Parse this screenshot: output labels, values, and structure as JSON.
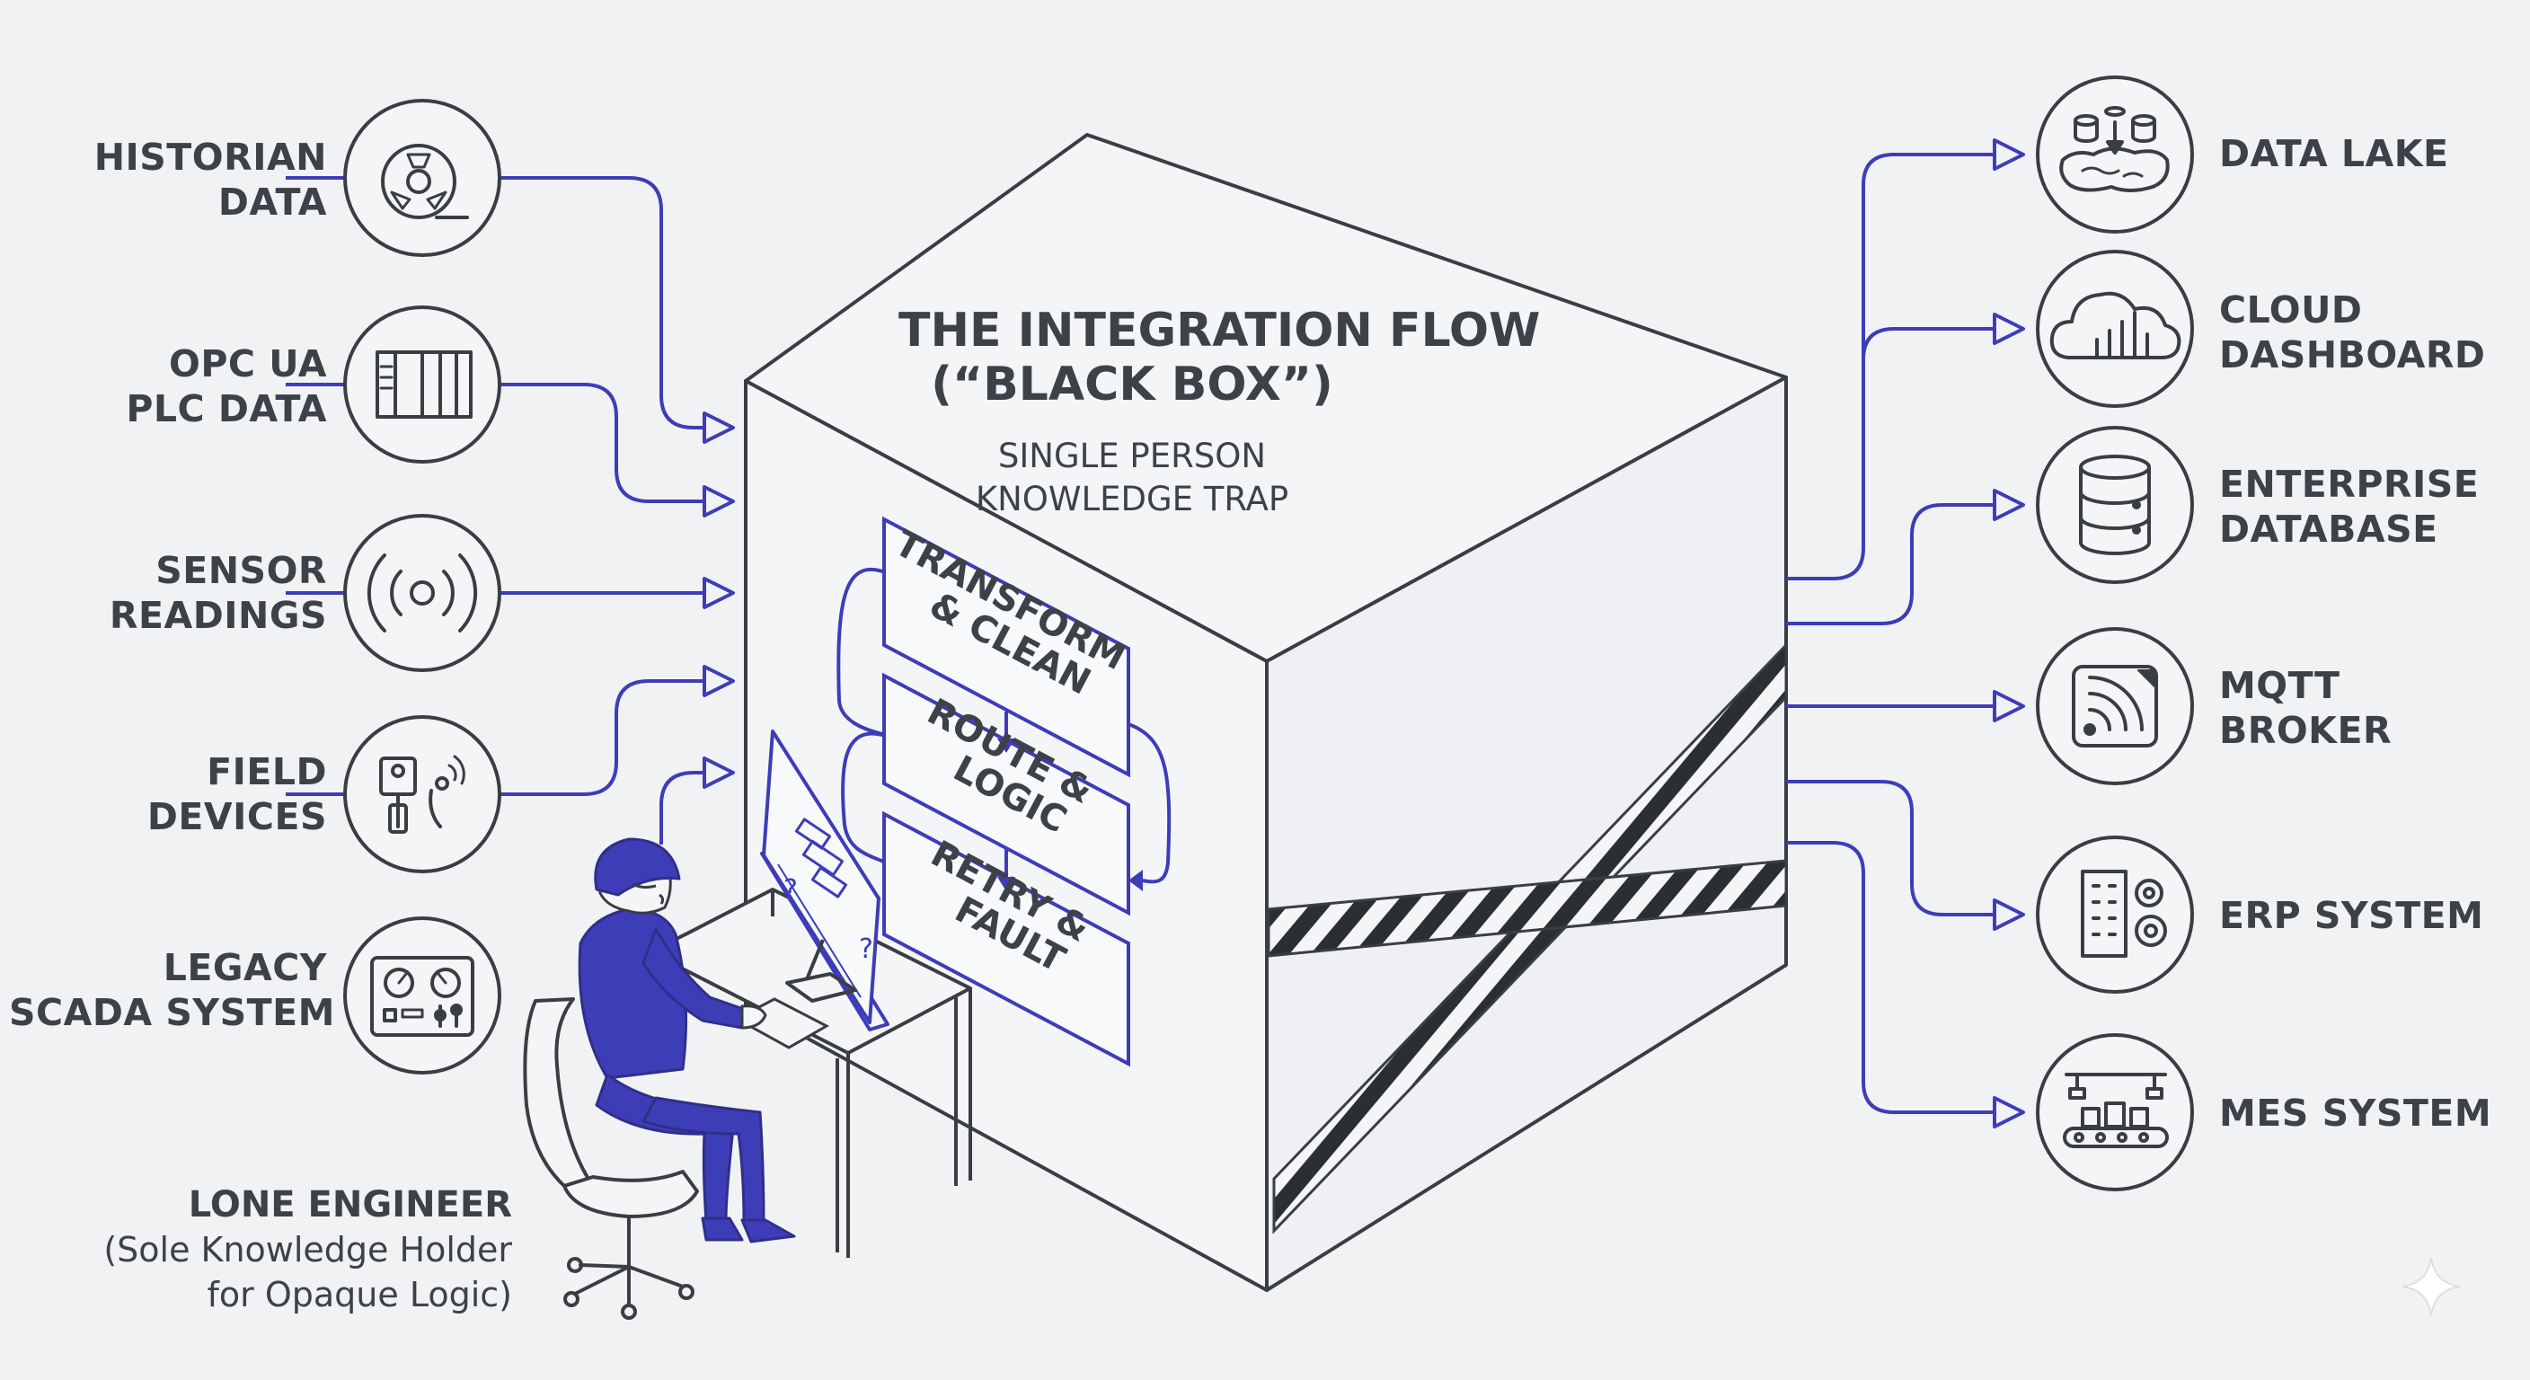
{
  "diagram": {
    "box": {
      "title_lines": [
        "THE INTEGRATION FLOW",
        "(“BLACK BOX”)"
      ],
      "subtitle_lines": [
        "SINGLE PERSON",
        "KNOWLEDGE TRAP"
      ],
      "steps": [
        {
          "lines": [
            "TRANSFORM",
            "& CLEAN"
          ]
        },
        {
          "lines": [
            "ROUTE &",
            "LOGIC"
          ]
        },
        {
          "lines": [
            "RETRY &",
            "FAULT"
          ]
        }
      ]
    },
    "sources": [
      {
        "id": "historian",
        "lines": [
          "HISTORIAN",
          "DATA"
        ],
        "icon": "film-reel-icon"
      },
      {
        "id": "opc",
        "lines": [
          "OPC UA",
          "PLC DATA"
        ],
        "icon": "plc-rack-icon"
      },
      {
        "id": "sensor",
        "lines": [
          "SENSOR",
          "READINGS"
        ],
        "icon": "signal-waves-icon"
      },
      {
        "id": "field",
        "lines": [
          "FIELD",
          "DEVICES"
        ],
        "icon": "field-device-icon"
      },
      {
        "id": "scada",
        "lines": [
          "LEGACY",
          "SCADA SYSTEM"
        ],
        "icon": "control-panel-icon"
      }
    ],
    "destinations": [
      {
        "id": "datalake",
        "lines": [
          "DATA LAKE"
        ],
        "icon": "data-lake-icon"
      },
      {
        "id": "cloud",
        "lines": [
          "CLOUD",
          "DASHBOARD"
        ],
        "icon": "cloud-chart-icon"
      },
      {
        "id": "enterprise",
        "lines": [
          "ENTERPRISE",
          "DATABASE"
        ],
        "icon": "database-icon"
      },
      {
        "id": "mqtt",
        "lines": [
          "MQTT",
          "BROKER"
        ],
        "icon": "broadcast-icon"
      },
      {
        "id": "erp",
        "lines": [
          "ERP SYSTEM"
        ],
        "icon": "building-gears-icon"
      },
      {
        "id": "mes",
        "lines": [
          "MES SYSTEM"
        ],
        "icon": "factory-line-icon"
      }
    ],
    "engineer": {
      "title": "LONE ENGINEER",
      "desc_lines": [
        "(Sole Knowledge Holder",
        "for Opaque Logic)"
      ]
    },
    "colors": {
      "accent": "#3d3db8",
      "ink": "#3d4148",
      "background": "#f1f2f4",
      "box_face": "#f4f5f7"
    }
  }
}
